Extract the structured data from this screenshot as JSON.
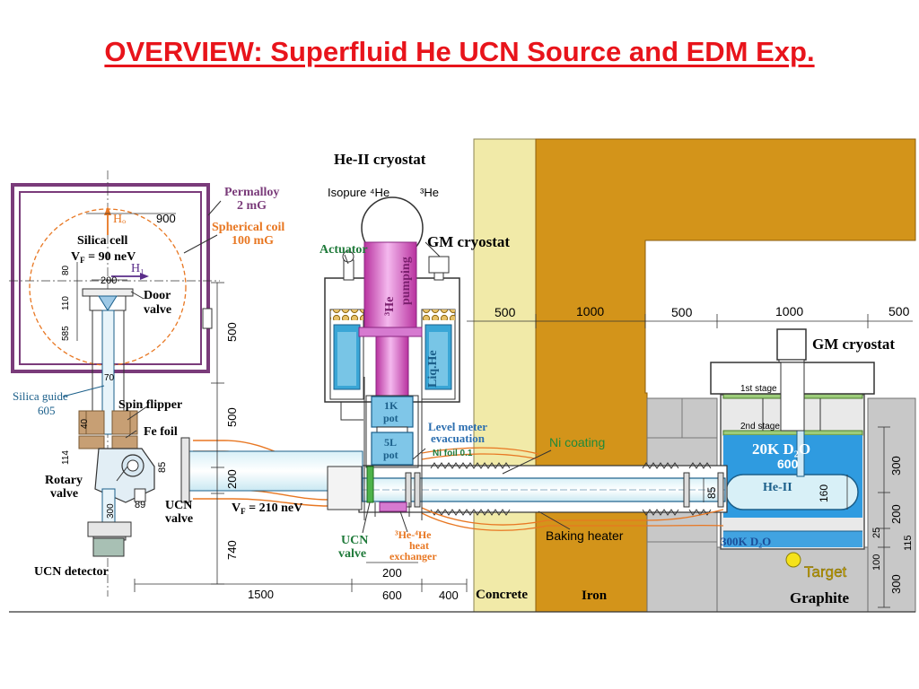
{
  "title": "OVERVIEW: Superfluid He UCN Source and EDM Exp.",
  "colors": {
    "title": "#e8141b",
    "iron": "#d3941a",
    "concrete": "#f1eaa8",
    "graphite": "#c8c8c8",
    "permalloy": "#7a3b7a",
    "coil": "#e87722",
    "he3_pipe": "#d67ad0",
    "liquid_he": "#3aa6d6",
    "d2o": "#2f9be0"
  },
  "labels": {
    "he_ii_cryostat": "He-II cryostat",
    "isopure_he4": "Isopure ⁴He",
    "he3_legend": "³He",
    "permalloy": "Permalloy",
    "permalloy_field": "2 mG",
    "spherical_coil": "Spherical coil",
    "spherical_coil_field": "100 mG",
    "ho": "Hₒ",
    "h1": "H₁",
    "silica_cell": "Silica cell",
    "vf_cell": "V",
    "vf_sub": "F",
    "vf_cell_value": " = 90 neV",
    "door_valve": "Door",
    "door_valve2": "valve",
    "actuator": "Actuator",
    "he3_pumping_a": "³He",
    "he3_pumping_b": "pumping",
    "gm_cryostat_top": "GM cryostat",
    "gm_cryostat_right": "GM cryostat",
    "liq_he": "Liq.He",
    "silica_guide": "Silica guide",
    "silica_guide_len": "605",
    "spin_flipper": "Spin flipper",
    "fe_foil": "Fe foil",
    "one_k_pot_a": "1K",
    "one_k_pot_b": "pot",
    "five_l_pot_a": "5L",
    "five_l_pot_b": "pot",
    "level_meter": "Level meter",
    "evacuation": "evacuation",
    "ni_foil": "Ni foil 0.1",
    "ni_coating": "Ni coating",
    "rotary_valve_a": "Rotary",
    "rotary_valve_b": "valve",
    "ucn_valve_left_a": "UCN",
    "ucn_valve_left_b": "valve",
    "vf_guide_value": " = 210 neV",
    "ucn_valve_mid_a": "UCN",
    "ucn_valve_mid_b": "valve",
    "heat_exchanger_a": "³He-⁴He",
    "heat_exchanger_b": "heat",
    "heat_exchanger_c": "exchanger",
    "baking_heater": "Baking heater",
    "ucn_detector": "UCN detector",
    "concrete": "Concrete",
    "iron": "Iron",
    "graphite": "Graphite",
    "target": "Target",
    "first_stage": "1st stage",
    "second_stage": "2nd stage",
    "d2o_20k": "20K D₂O",
    "d2o_600": "600",
    "he_ii": "He-II",
    "d2o_300k": "300K D₂O"
  },
  "dimensions": {
    "d900": "900",
    "d200_cell": "200",
    "d80": "80",
    "d110": "110",
    "d585": "585",
    "d70": "70",
    "d40": "40",
    "d114": "114",
    "d85_left": "85",
    "d89": "89",
    "d300_left": "300",
    "d500_v1": "500",
    "d500_v2": "500",
    "d200_v": "200",
    "d740": "740",
    "d1500": "1500",
    "d600": "600",
    "d400": "400",
    "d200_h": "200",
    "d500_h1": "500",
    "d1000_h1": "1000",
    "d500_h2": "500",
    "d1000_h2": "1000",
    "d500_h3": "500",
    "d85_guide": "85",
    "d160": "160",
    "d300_r1": "300",
    "d200_r": "200",
    "d25": "25",
    "d115": "115",
    "d100": "100",
    "d300_r2": "300"
  }
}
